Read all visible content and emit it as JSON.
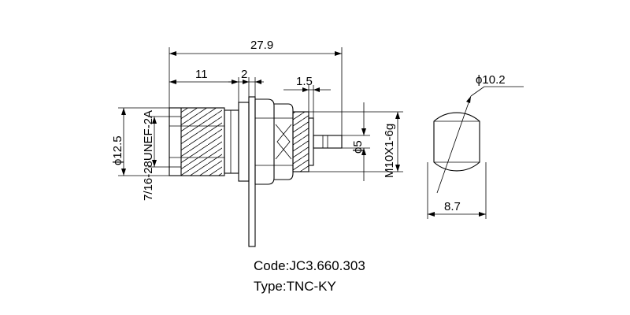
{
  "dimensions": {
    "overall_length": "27.9",
    "left_length": "11",
    "flange_thickness": "2",
    "step": "1.5",
    "dia_body": "ϕ12.5",
    "thread_left": "7/16-28UNEF-2A",
    "thread_right": "M10X1-6g",
    "dia_pin": "ϕ5",
    "dia_end": "ϕ10.2",
    "flat_width": "8.7"
  },
  "caption": {
    "code": "Code:JC3.660.303",
    "type": "Type:TNC-KY"
  }
}
